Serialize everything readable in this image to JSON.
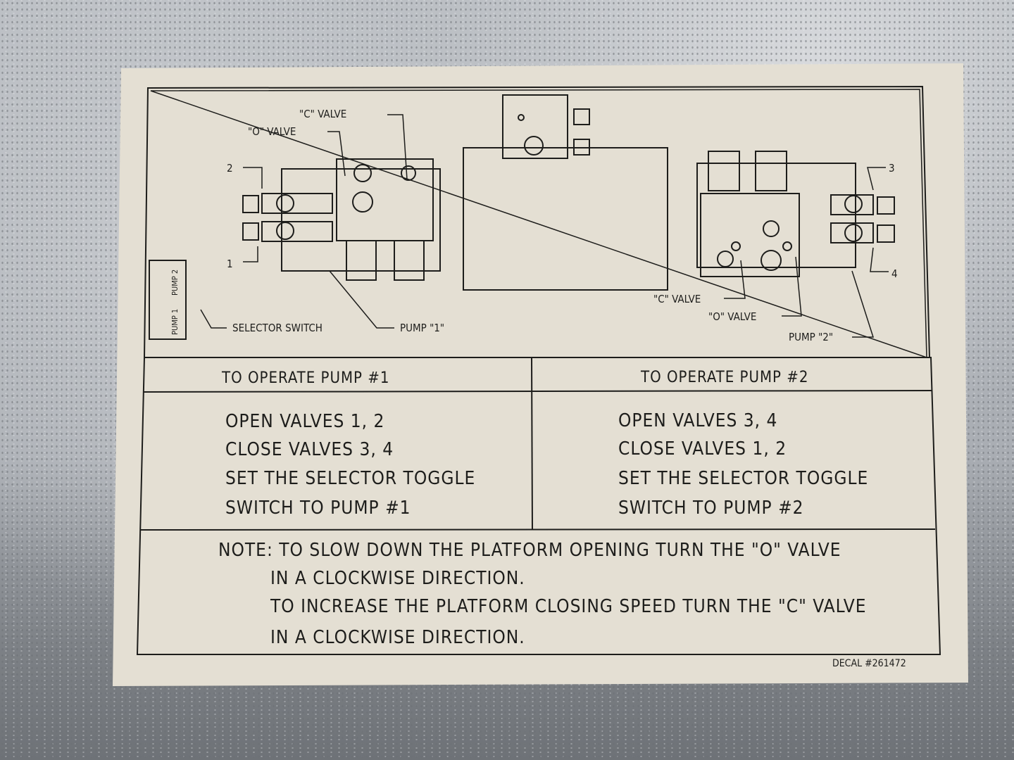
{
  "diagram": {
    "labels": {
      "c_valve_left": "\"C\" VALVE",
      "o_valve_left": "\"O\" VALVE",
      "valve_2": "2",
      "valve_1": "1",
      "selector_switch": "SELECTOR SWITCH",
      "pump_1": "PUMP \"1\"",
      "switch_pump1": "PUMP 1",
      "switch_pump2": "PUMP 2",
      "valve_3": "3",
      "valve_4": "4",
      "c_valve_right": "\"C\" VALVE",
      "o_valve_right": "\"O\" VALVE",
      "pump_2": "PUMP \"2\""
    }
  },
  "table": {
    "headers": [
      "TO OPERATE PUMP #1",
      "TO OPERATE PUMP #2"
    ],
    "pump1_steps": [
      "OPEN VALVES 1, 2",
      "CLOSE VALVES 3, 4",
      "SET THE SELECTOR TOGGLE",
      "SWITCH TO PUMP #1"
    ],
    "pump2_steps": [
      "OPEN VALVES 3, 4",
      "CLOSE VALVES 1, 2",
      "SET THE SELECTOR TOGGLE",
      "SWITCH TO PUMP #2"
    ]
  },
  "note": {
    "lines": [
      "NOTE: TO SLOW DOWN THE PLATFORM OPENING TURN THE \"O\" VALVE",
      "IN A CLOCKWISE DIRECTION.",
      "TO INCREASE THE PLATFORM CLOSING SPEED TURN THE \"C\" VALVE",
      "IN A CLOCKWISE DIRECTION."
    ]
  },
  "decal_number": "DECAL #261472",
  "colors": {
    "decal": "#e4dfd3",
    "ink": "#1d1d1b"
  }
}
